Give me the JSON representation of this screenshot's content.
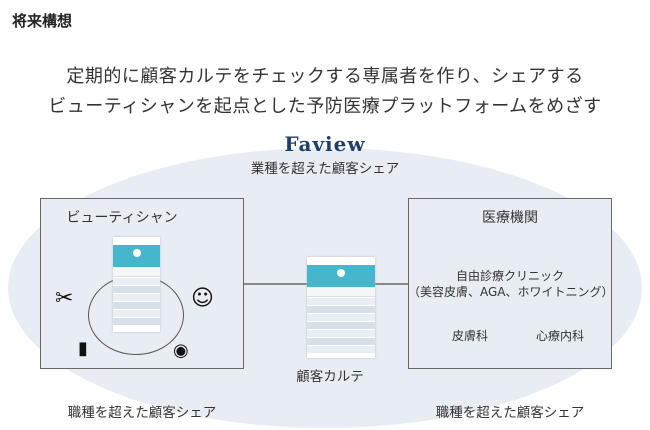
{
  "title": "将来構想",
  "subtitle": [
    "定期的に顧客カルテをチェックする専属者を作り、シェアする",
    "ビューティシャンを起点とした予防医療プラットフォームをめざす"
  ],
  "brand": {
    "name": "Faview",
    "tagline": "業種を超えた顧客シェア"
  },
  "left_box": {
    "title": "ビューティシャン",
    "footer": "職種を超えた顧客シェア"
  },
  "center": {
    "label": "顧客カルテ"
  },
  "right_box": {
    "title": "医療機関",
    "clinic": "自由診療クリニック",
    "clinic_detail": "（美容皮膚、AGA、ホワイトニング）",
    "dept1": "皮膚科",
    "dept2": "心療内科",
    "footer": "職種を超えた顧客シェア"
  },
  "colors": {
    "brand": "#1f3f6b",
    "accent": "#45b6cc",
    "ellipse": "#e8edf4"
  }
}
